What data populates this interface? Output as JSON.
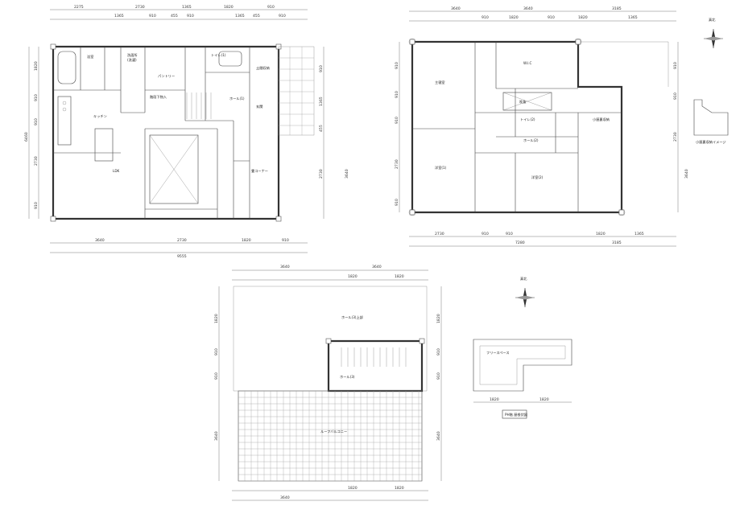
{
  "plan1": {
    "top_dims_row1": [
      "2275",
      "2730",
      "1365",
      "1820",
      "910"
    ],
    "top_dims_row2": [
      "1365",
      "910",
      "455",
      "910",
      "1365",
      "455",
      "910"
    ],
    "bottom_dims_row1": [
      "3640",
      "2730",
      "1820",
      "910"
    ],
    "bottom_total": "9555",
    "left_dims": [
      "1820",
      "910",
      "910",
      "2730",
      "910"
    ],
    "left_total": "6460",
    "right_dims": [
      "910",
      "1365",
      "455",
      "2730"
    ],
    "right_total": "3640",
    "rooms": [
      {
        "name": "洗面所",
        "sub": "(洗濯)"
      },
      {
        "name": "浴室"
      },
      {
        "name": "トイレ(1)"
      },
      {
        "name": "LDK"
      },
      {
        "name": "ホール(1)"
      },
      {
        "name": "玄関"
      },
      {
        "name": "土間収納"
      },
      {
        "name": "畳コーナー"
      },
      {
        "name": "階段下物入"
      },
      {
        "name": "パントリー"
      },
      {
        "name": "キッチン"
      }
    ]
  },
  "plan2": {
    "top_dims_row1": [
      "3640",
      "3640",
      "3185"
    ],
    "top_dims_row2": [
      "910",
      "1820",
      "910",
      "1820",
      "1365"
    ],
    "bottom_dims_row1": [
      "2730",
      "910",
      "910",
      "1820",
      "3185",
      "1365"
    ],
    "bottom_total": "7280",
    "left_dims": [
      "910",
      "910",
      "910",
      "2730",
      "910"
    ],
    "right_dims": [
      "910",
      "910",
      "2730",
      "3640"
    ],
    "rooms": [
      {
        "name": "主寝室"
      },
      {
        "name": "W.I.C"
      },
      {
        "name": "トイレ(2)"
      },
      {
        "name": "ホール(2)"
      },
      {
        "name": "洋室(1)"
      },
      {
        "name": "洋室(2)"
      },
      {
        "name": "吹抜"
      },
      {
        "name": "小屋裏収納"
      }
    ],
    "attic_caption": "小屋裏収納イメージ",
    "north_label": "真北"
  },
  "plan3": {
    "top_dims_row1": [
      "3640",
      "3640"
    ],
    "top_dims_row2": [
      "1820",
      "1820"
    ],
    "bottom_dims_row1": [
      "1820",
      "1820"
    ],
    "bottom_total": "3640",
    "left_dims": [
      "1820",
      "910",
      "910",
      "3640"
    ],
    "right_dims": [
      "1820",
      "910",
      "910",
      "3640"
    ],
    "rooms": [
      {
        "name": "ホール(3)"
      },
      {
        "name": "ルーフバルコニー"
      }
    ],
    "note": "ホール(3)上部",
    "north_label": "真北"
  },
  "roof": {
    "dims": [
      "1820",
      "1820"
    ],
    "label": "フリースペース",
    "caption": "PH階 屋根伏図"
  }
}
